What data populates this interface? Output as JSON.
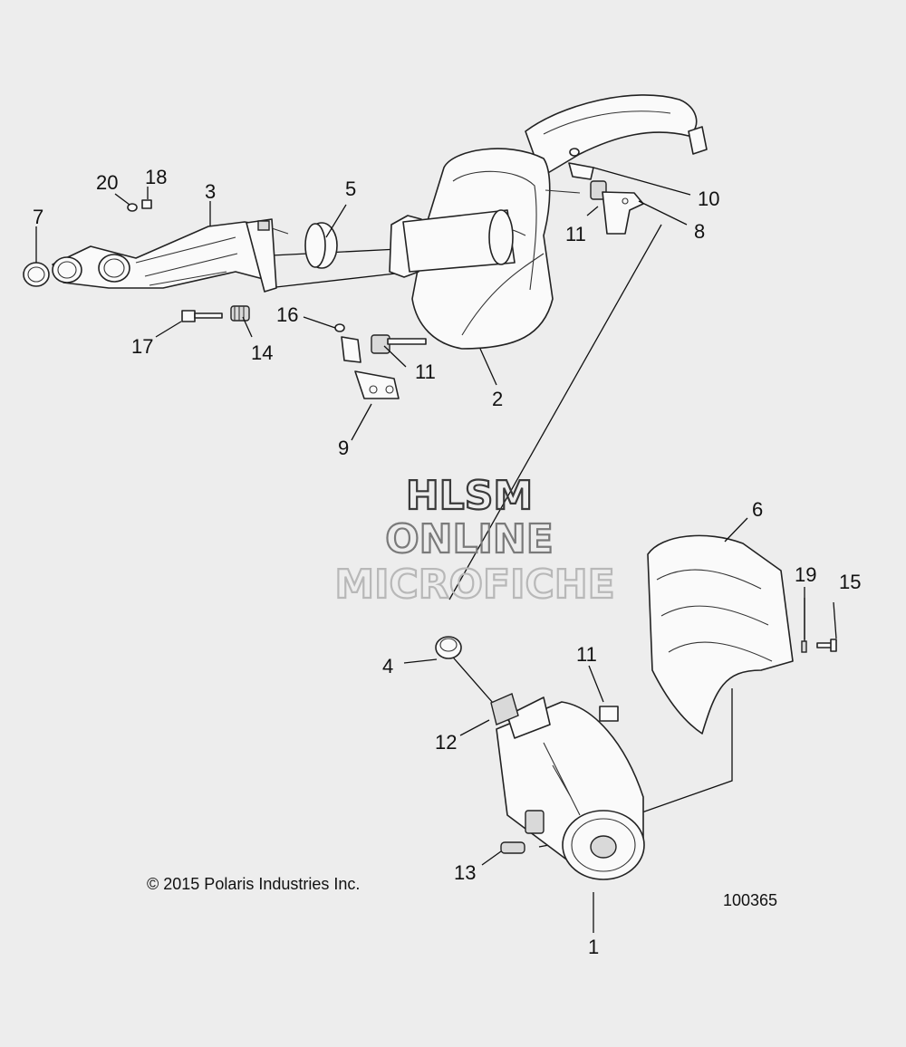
{
  "diagram": {
    "callouts": [
      "1",
      "2",
      "3",
      "4",
      "5",
      "6",
      "7",
      "8",
      "9",
      "10",
      "11",
      "12",
      "13",
      "14",
      "15",
      "16",
      "17",
      "18",
      "19",
      "20"
    ],
    "callout_11_repeats": [
      "11",
      "11",
      "11"
    ],
    "watermark": {
      "line1": "HLSM",
      "line2": "ONLINE",
      "line3": "MICROFICHE",
      "colors": [
        "#3a3a3a",
        "#7a7a7a",
        "#b8b8b8"
      ]
    },
    "copyright": "© 2015 Polaris Industries Inc.",
    "figure_number": "100365"
  }
}
